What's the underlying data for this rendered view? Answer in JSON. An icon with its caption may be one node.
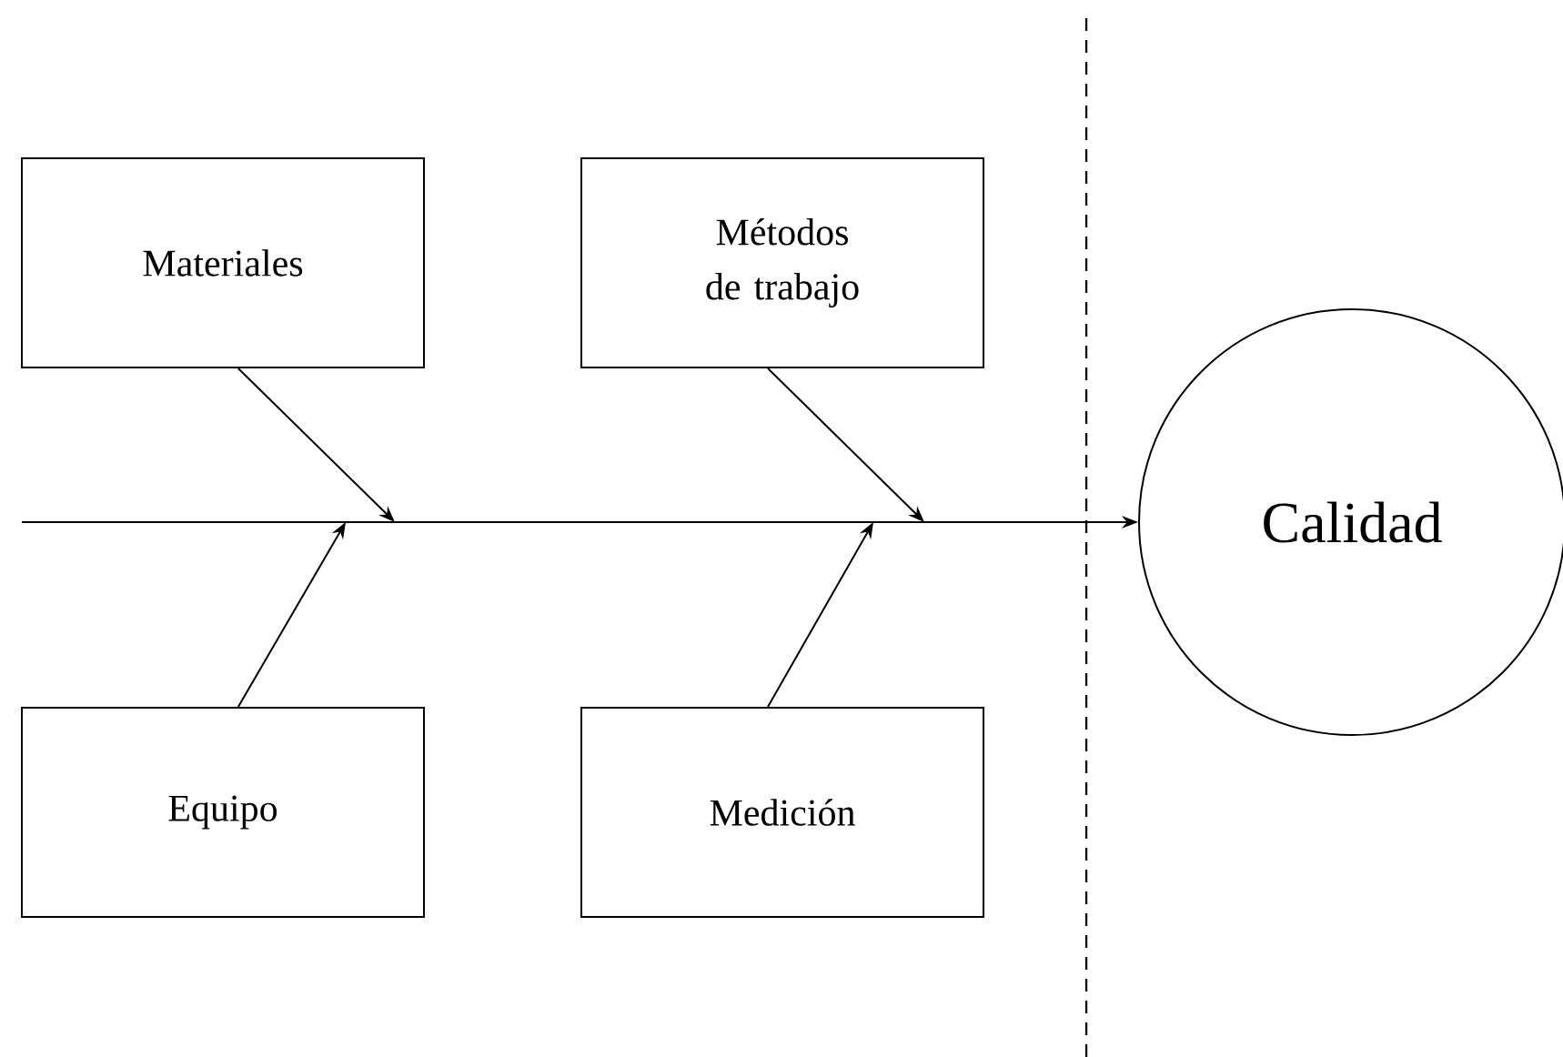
{
  "diagram": {
    "nodes": [
      {
        "text": [
          "Materiales"
        ]
      },
      {
        "text": [
          "Métodos de trabajo"
        ]
      },
      {
        "text": [
          "Equipo"
        ]
      },
      {
        "text": [
          "Medición"
        ]
      },
      {
        "text": [
          "Calidad"
        ]
      }
    ],
    "edges": [
      {
        "from": null,
        "to": 4,
        "arrow": "to"
      },
      {
        "from": 0,
        "to": null,
        "arrow": "to"
      },
      {
        "from": 1,
        "to": null,
        "arrow": "to"
      },
      {
        "from": 2,
        "to": null,
        "arrow": "to"
      },
      {
        "from": 3,
        "to": null,
        "arrow": "to"
      }
    ]
  }
}
